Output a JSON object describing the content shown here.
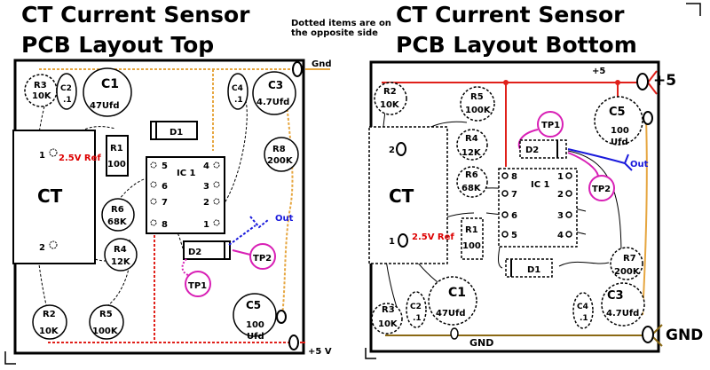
{
  "titles": {
    "top_line1": "CT Current Sensor",
    "top_line2": "PCB Layout Top",
    "bottom_line1": "CT Current Sensor",
    "bottom_line2": "PCB Layout Bottom"
  },
  "note": "Dotted items are on the opposite side",
  "colors": {
    "power_trace": "#e0201a",
    "gnd_trace": "#8b6914",
    "gnd_wire": "#e6a640",
    "out_wire": "#1a1adc",
    "test_point": "#d81fb5",
    "ref_label": "#dd0000"
  },
  "top": {
    "net_gnd": "Gnd",
    "net_5v": "+5 V",
    "ct_label": "CT",
    "ref_label": "2.5V Ref",
    "out_label": "Out",
    "ic_label": "IC 1",
    "ic_pins_left": [
      "5",
      "6",
      "7",
      "8"
    ],
    "ic_pins_right": [
      "4",
      "3",
      "2",
      "1"
    ],
    "ct_pins": [
      "1",
      "2"
    ],
    "components": {
      "r3": [
        "R3",
        "10K"
      ],
      "c2": [
        "C2",
        ".1"
      ],
      "c1": [
        "C1",
        "47Ufd"
      ],
      "c4": [
        "C4",
        ".1"
      ],
      "c3": [
        "C3",
        "4.7Ufd"
      ],
      "d1": [
        "D1"
      ],
      "r1": [
        "R1",
        "100"
      ],
      "r8": [
        "R8",
        "200K"
      ],
      "r6": [
        "R6",
        "68K"
      ],
      "r4": [
        "R4",
        "12K"
      ],
      "d2": [
        "D2"
      ],
      "tp2": [
        "TP2"
      ],
      "tp1": [
        "TP1"
      ],
      "c5": [
        "C5",
        "100",
        "Ufd"
      ],
      "r2": [
        "R2",
        "10K"
      ],
      "r5": [
        "R5",
        "100K"
      ]
    }
  },
  "bottom": {
    "net_5v": "+5",
    "net_gnd": "GND",
    "net_gnd_big": "GND",
    "net_5v_big": "+5",
    "ct_label": "CT",
    "ref_label": "2.5V Ref",
    "out_label": "Out",
    "ic_label": "IC 1",
    "ic_pins_left": [
      "8",
      "7",
      "6",
      "5"
    ],
    "ic_pins_right": [
      "1",
      "2",
      "3",
      "4"
    ],
    "ct_pins": [
      "2",
      "1"
    ],
    "components": {
      "r2": [
        "R2",
        "10K"
      ],
      "r5": [
        "R5",
        "100K"
      ],
      "tp1": [
        "TP1"
      ],
      "c5": [
        "C5",
        "100",
        "Ufd"
      ],
      "r4": [
        "R4",
        "12K"
      ],
      "d2": [
        "D2"
      ],
      "r6": [
        "R6",
        "68K"
      ],
      "tp2": [
        "TP2"
      ],
      "r1": [
        "R1",
        "100"
      ],
      "d1": [
        "D1"
      ],
      "r7": [
        "R7",
        "200K"
      ],
      "c1": [
        "C1",
        "47Ufd"
      ],
      "c2": [
        "C2",
        ".1"
      ],
      "r3": [
        "R3",
        "10K"
      ],
      "c4": [
        "C4",
        ".1"
      ],
      "c3": [
        "C3",
        "4.7Ufd"
      ]
    }
  }
}
